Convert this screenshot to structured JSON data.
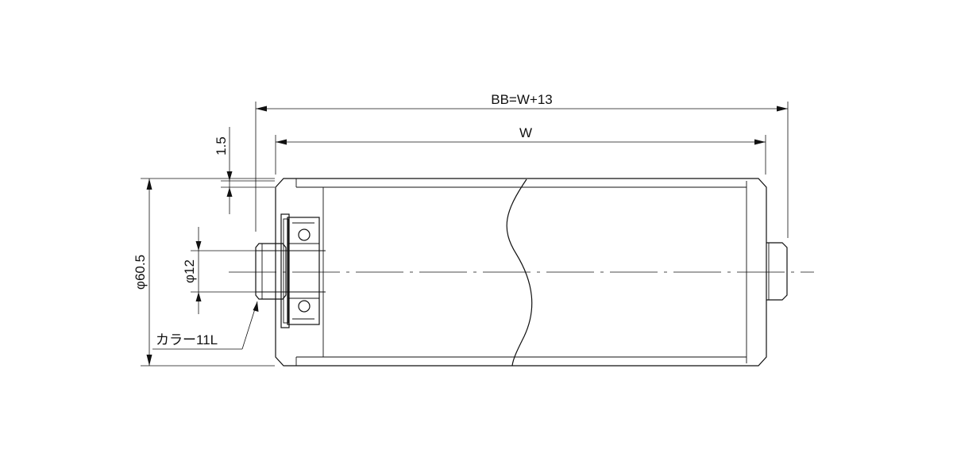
{
  "dimensions": {
    "overall_length": "BB=W+13",
    "width": "W",
    "wall_thickness": "1.5",
    "outer_diameter": "φ60.5",
    "shaft_diameter": "φ12"
  },
  "callouts": {
    "collar": "カラー11L"
  }
}
